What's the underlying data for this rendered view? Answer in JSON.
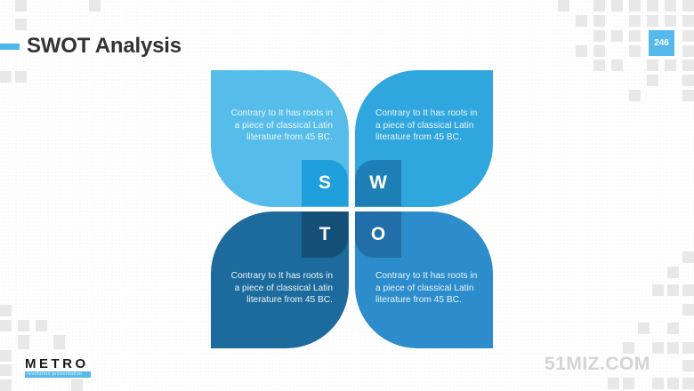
{
  "header": {
    "title": "SWOT Analysis",
    "page_number": "246"
  },
  "swot": {
    "quadrants": [
      {
        "key": "strengths",
        "letter": "S",
        "text_lines": [
          "Contrary to It has roots in",
          "a piece of classical Latin",
          "literature from 45 BC."
        ],
        "color": "#56bdea",
        "tab_color": "#1fa0dc"
      },
      {
        "key": "weaknesses",
        "letter": "W",
        "text_lines": [
          "Contrary to It has roots in",
          "a piece of classical Latin",
          "literature from 45 BC."
        ],
        "color": "#2fa6de",
        "tab_color": "#1d7fb6"
      },
      {
        "key": "threats",
        "letter": "T",
        "text_lines": [
          "Contrary to It has roots in",
          "a piece of classical Latin",
          "literature from 45 BC."
        ],
        "color": "#1d6a9c",
        "tab_color": "#144f78"
      },
      {
        "key": "opportunities",
        "letter": "O",
        "text_lines": [
          "Contrary to It has roots in",
          "a piece of classical Latin",
          "literature from 45 BC."
        ],
        "color": "#2c8ccc",
        "tab_color": "#216ea8"
      }
    ]
  },
  "footer": {
    "logo_main": "METRO",
    "logo_sub": "revolution presentation",
    "watermark": "51MIZ.COM"
  },
  "colors": {
    "accent": "#55b9ec",
    "title_text": "#333333",
    "decor_square": "#e8e8e8"
  }
}
